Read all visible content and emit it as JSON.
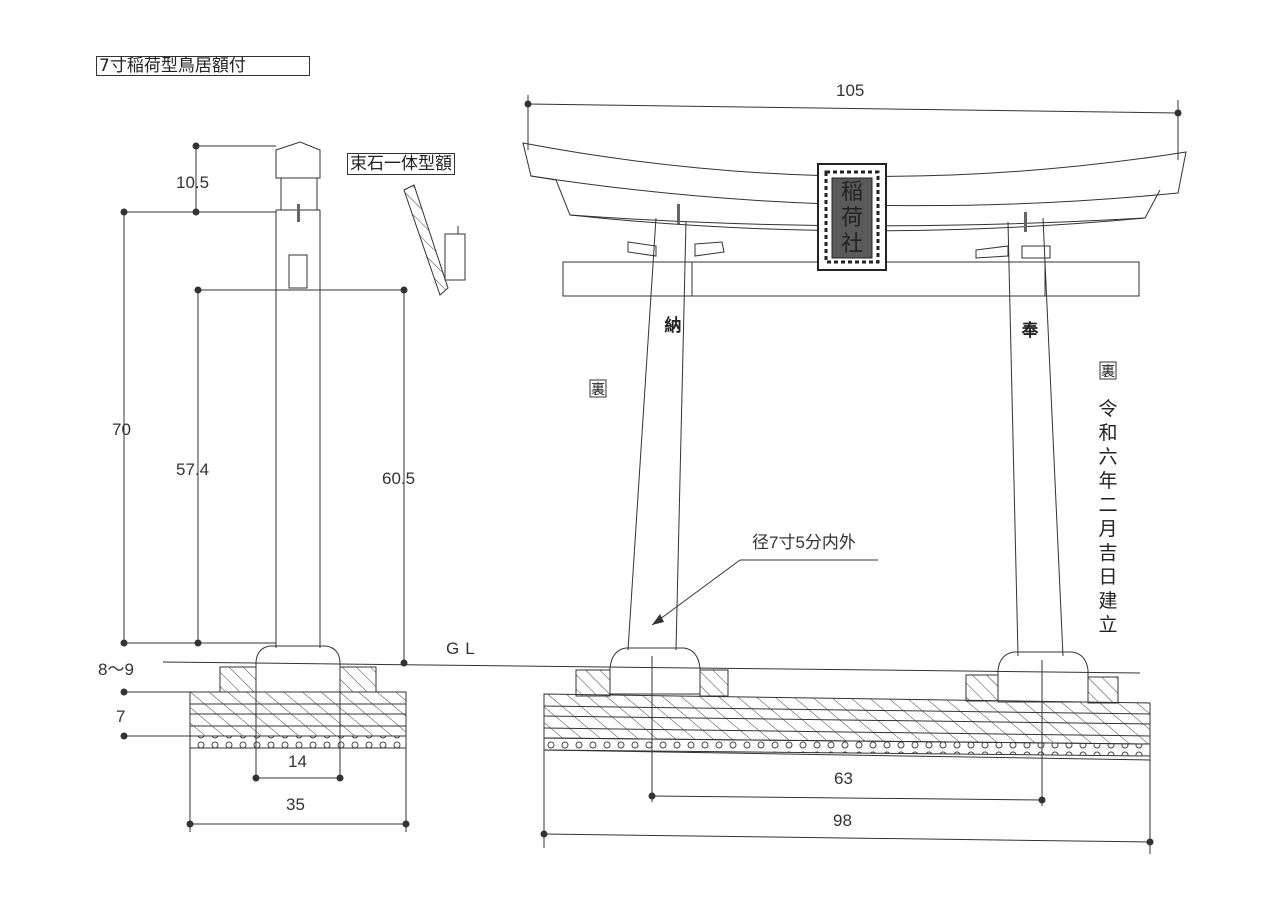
{
  "title": "7寸稲荷型鳥居額付",
  "sub_label": "束石一体型額",
  "plaque_text": [
    "稲",
    "荷",
    "社"
  ],
  "pillar_left_text": "納",
  "pillar_right_text": "奉",
  "back_mark_left": "裏",
  "back_mark_right": "裏",
  "inscription": [
    "令",
    "和",
    "六",
    "年",
    "二",
    "月",
    "吉",
    "日",
    "建",
    "立"
  ],
  "gl_label": "GL",
  "diameter_note": "径7寸5分内外",
  "dimensions": {
    "cap_height": "10.5",
    "total_height": "70",
    "inner_height": "57.4",
    "beam_height": "60.5",
    "embed_depth": "8～9",
    "foundation": "7",
    "base_inner": "14",
    "base_width": "35",
    "top_width": "105",
    "pillar_span": "63",
    "ground_width": "98"
  }
}
